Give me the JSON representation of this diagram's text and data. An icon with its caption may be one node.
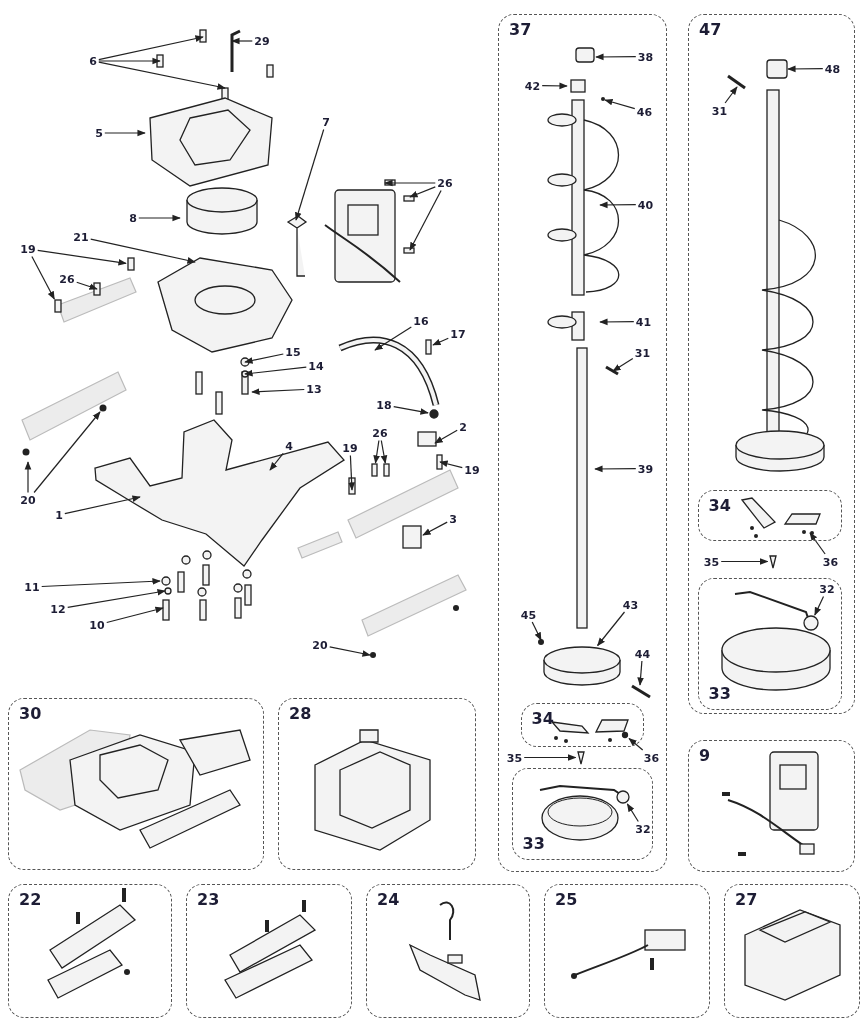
{
  "diagram": {
    "nodes": [
      {
        "text": [
          "29"
        ]
      },
      {
        "text": [
          "6"
        ]
      },
      {
        "text": [
          "5"
        ]
      },
      {
        "text": [
          "7"
        ]
      },
      {
        "text": [
          "8"
        ]
      },
      {
        "text": [
          "21"
        ]
      },
      {
        "text": [
          "26"
        ]
      },
      {
        "text": [
          "19"
        ]
      },
      {
        "text": [
          "26"
        ]
      },
      {
        "text": [
          "16"
        ]
      },
      {
        "text": [
          "17"
        ]
      },
      {
        "text": [
          "15"
        ]
      },
      {
        "text": [
          "14"
        ]
      },
      {
        "text": [
          "13"
        ]
      },
      {
        "text": [
          "18"
        ]
      },
      {
        "text": [
          "2"
        ]
      },
      {
        "text": [
          "4"
        ]
      },
      {
        "text": [
          "19"
        ]
      },
      {
        "text": [
          "26"
        ]
      },
      {
        "text": [
          "19"
        ]
      },
      {
        "text": [
          "20"
        ]
      },
      {
        "text": [
          "1"
        ]
      },
      {
        "text": [
          "3"
        ]
      },
      {
        "text": [
          "11"
        ]
      },
      {
        "text": [
          "12"
        ]
      },
      {
        "text": [
          "10"
        ]
      },
      {
        "text": [
          "20"
        ]
      },
      {
        "text": [
          "37"
        ]
      },
      {
        "text": [
          "38"
        ],
        "in": 27
      },
      {
        "text": [
          "42"
        ],
        "in": 27
      },
      {
        "text": [
          "46"
        ],
        "in": 27
      },
      {
        "text": [
          "40"
        ],
        "in": 27
      },
      {
        "text": [
          "41"
        ],
        "in": 27
      },
      {
        "text": [
          "31"
        ],
        "in": 27
      },
      {
        "text": [
          "39"
        ],
        "in": 27
      },
      {
        "text": [
          "45"
        ],
        "in": 27
      },
      {
        "text": [
          "43"
        ],
        "in": 27
      },
      {
        "text": [
          "44"
        ],
        "in": 27
      },
      {
        "text": [
          "34"
        ],
        "in": 27
      },
      {
        "text": [
          "36"
        ],
        "in": 27
      },
      {
        "text": [
          "35"
        ],
        "in": 27
      },
      {
        "text": [
          "33"
        ],
        "in": 27
      },
      {
        "text": [
          "32"
        ],
        "in": 41
      },
      {
        "text": [
          "47"
        ]
      },
      {
        "text": [
          "48"
        ],
        "in": 43
      },
      {
        "text": [
          "31"
        ],
        "in": 43
      },
      {
        "text": [
          "34"
        ],
        "in": 43
      },
      {
        "text": [
          "36"
        ],
        "in": 43
      },
      {
        "text": [
          "35"
        ],
        "in": 43
      },
      {
        "text": [
          "33"
        ],
        "in": 43
      },
      {
        "text": [
          "32"
        ],
        "in": 49
      },
      {
        "text": [
          "30"
        ]
      },
      {
        "text": [
          "28"
        ]
      },
      {
        "text": [
          "9"
        ]
      },
      {
        "text": [
          "22"
        ]
      },
      {
        "text": [
          "23"
        ]
      },
      {
        "text": [
          "24"
        ]
      },
      {
        "text": [
          "25"
        ]
      },
      {
        "text": [
          "27"
        ]
      },
      {
        "text": [],
        "shape": "box"
      },
      {
        "text": [],
        "shape": "box"
      },
      {
        "text": [],
        "shape": "box"
      },
      {
        "text": [],
        "shape": "circle"
      },
      {
        "text": [],
        "shape": "box"
      },
      {
        "text": [],
        "shape": "box"
      },
      {
        "text": [],
        "shape": "cylinder",
        "in": 27
      },
      {
        "text": [],
        "shape": "triangle",
        "in": 27
      },
      {
        "text": [],
        "shape": "triangle",
        "in": 43
      },
      {
        "text": [],
        "shape": "circle",
        "in": 38
      },
      {
        "text": [],
        "shape": "circle",
        "in": 41
      },
      {
        "text": [],
        "shape": "circle",
        "in": 49
      }
    ],
    "edges": [
      {
        "from": 0,
        "to": null,
        "arrow": "to"
      },
      {
        "from": 1,
        "to": null,
        "arrow": "to"
      },
      {
        "from": 1,
        "to": null,
        "arrow": "to"
      },
      {
        "from": 1,
        "to": null,
        "arrow": "to"
      },
      {
        "from": 2,
        "to": null,
        "arrow": "to"
      },
      {
        "from": 3,
        "to": null,
        "arrow": "to"
      },
      {
        "from": 4,
        "to": null,
        "arrow": "to"
      },
      {
        "from": 5,
        "to": null,
        "arrow": "to"
      },
      {
        "from": 6,
        "to": null,
        "arrow": "to"
      },
      {
        "from": 6,
        "to": null,
        "arrow": "to"
      },
      {
        "from": 6,
        "to": null,
        "arrow": "to"
      },
      {
        "from": 7,
        "to": 59,
        "arrow": "to"
      },
      {
        "from": 7,
        "to": 60,
        "arrow": "to"
      },
      {
        "from": 8,
        "to": null,
        "arrow": "to"
      },
      {
        "from": 9,
        "to": null,
        "arrow": "to"
      },
      {
        "from": 10,
        "to": 61,
        "arrow": "to"
      },
      {
        "from": 11,
        "to": null,
        "arrow": "to"
      },
      {
        "from": 12,
        "to": null,
        "arrow": "to"
      },
      {
        "from": 13,
        "to": null,
        "arrow": "to"
      },
      {
        "from": 14,
        "to": 62,
        "arrow": "to"
      },
      {
        "from": 15,
        "to": null,
        "arrow": "to"
      },
      {
        "from": 16,
        "to": null,
        "arrow": "to"
      },
      {
        "from": 17,
        "to": null,
        "arrow": "to"
      },
      {
        "from": 18,
        "to": 63,
        "arrow": "to"
      },
      {
        "from": 18,
        "to": 64,
        "arrow": "to"
      },
      {
        "from": 19,
        "to": null,
        "arrow": "to"
      },
      {
        "from": 20,
        "to": null,
        "arrow": "to"
      },
      {
        "from": 20,
        "to": null,
        "arrow": "to"
      },
      {
        "from": 21,
        "to": null,
        "arrow": "to"
      },
      {
        "from": 22,
        "to": null,
        "arrow": "to"
      },
      {
        "from": 23,
        "to": null,
        "arrow": "to"
      },
      {
        "from": 24,
        "to": null,
        "arrow": "to"
      },
      {
        "from": 25,
        "to": null,
        "arrow": "to"
      },
      {
        "from": 26,
        "to": null,
        "arrow": "to"
      },
      {
        "from": 28,
        "to": null,
        "arrow": "to"
      },
      {
        "from": 29,
        "to": null,
        "arrow": "to"
      },
      {
        "from": 30,
        "to": null,
        "arrow": "to"
      },
      {
        "from": 31,
        "to": null,
        "arrow": "to"
      },
      {
        "from": 32,
        "to": null,
        "arrow": "to"
      },
      {
        "from": 33,
        "to": null,
        "arrow": "to"
      },
      {
        "from": 34,
        "to": null,
        "arrow": "to"
      },
      {
        "from": 35,
        "to": null,
        "arrow": "to"
      },
      {
        "from": 36,
        "to": 65,
        "arrow": "to"
      },
      {
        "from": 37,
        "to": null,
        "arrow": "to"
      },
      {
        "from": 39,
        "to": 68,
        "arrow": "to"
      },
      {
        "from": 40,
        "to": 66,
        "arrow": "to"
      },
      {
        "from": 42,
        "to": 69,
        "arrow": "to"
      },
      {
        "from": 44,
        "to": null,
        "arrow": "to"
      },
      {
        "from": 45,
        "to": null,
        "arrow": "to"
      },
      {
        "from": 47,
        "to": null,
        "arrow": "to"
      },
      {
        "from": 48,
        "to": 67,
        "arrow": "to"
      },
      {
        "from": 50,
        "to": 70,
        "arrow": "to"
      }
    ]
  }
}
